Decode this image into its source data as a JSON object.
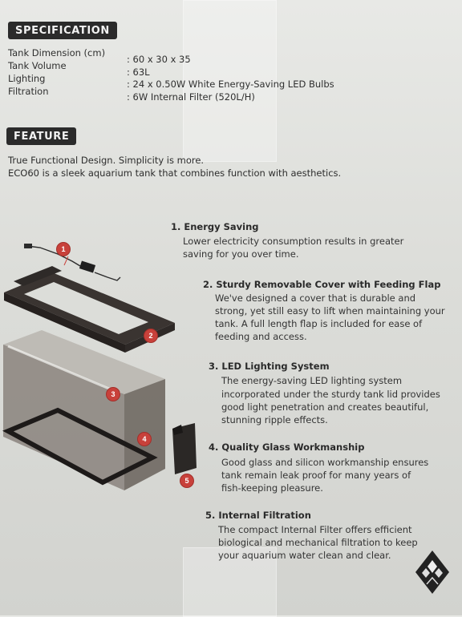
{
  "specification": {
    "heading": "SPECIFICATION",
    "rows": [
      {
        "label": "Tank Dimension (cm)",
        "value": ": 60 x 30 x 35"
      },
      {
        "label": "Tank Volume",
        "value": ": 63L"
      },
      {
        "label": "Lighting",
        "value": ": 24 x 0.50W White Energy-Saving LED Bulbs"
      },
      {
        "label": "Filtration",
        "value": ": 6W Internal Filter (520L/H)"
      }
    ]
  },
  "feature": {
    "heading": "FEATURE",
    "intro_lines": [
      "True Functional Design. Simplicity is more.",
      "ECO60 is a sleek aquarium tank that combines function with aesthetics."
    ],
    "items": [
      {
        "title": "1. Energy Saving",
        "lines": [
          "Lower electricity consumption results in greater",
          "saving for you over time."
        ]
      },
      {
        "title": "2. Sturdy Removable Cover with Feeding Flap",
        "lines": [
          "We've designed a cover that is durable and",
          "strong, yet still easy to lift when maintaining your",
          "tank. A full length flap is included for ease of",
          "feeding and access."
        ]
      },
      {
        "title": "3. LED Lighting System",
        "lines": [
          "The energy-saving LED lighting system",
          "incorporated under the sturdy tank lid provides",
          "good light penetration and creates beautiful,",
          "stunning ripple effects."
        ]
      },
      {
        "title": "4. Quality Glass Workmanship",
        "lines": [
          "Good glass and silicon workmanship ensures",
          "tank remain leak proof for many years of",
          "fish-keeping pleasure."
        ]
      },
      {
        "title": "5. Internal Filtration",
        "lines": [
          "The compact Internal Filter offers efficient",
          "biological and mechanical filtration to keep",
          "your aquarium water clean and clear."
        ]
      }
    ]
  },
  "callouts": [
    "1",
    "2",
    "3",
    "4",
    "5"
  ],
  "logo": {
    "icon": "brand-logo-icon"
  },
  "colors": {
    "badge_bg": "#2b2b2b",
    "callout_red": "#c8413b",
    "frame_dark": "#2e2a28"
  }
}
